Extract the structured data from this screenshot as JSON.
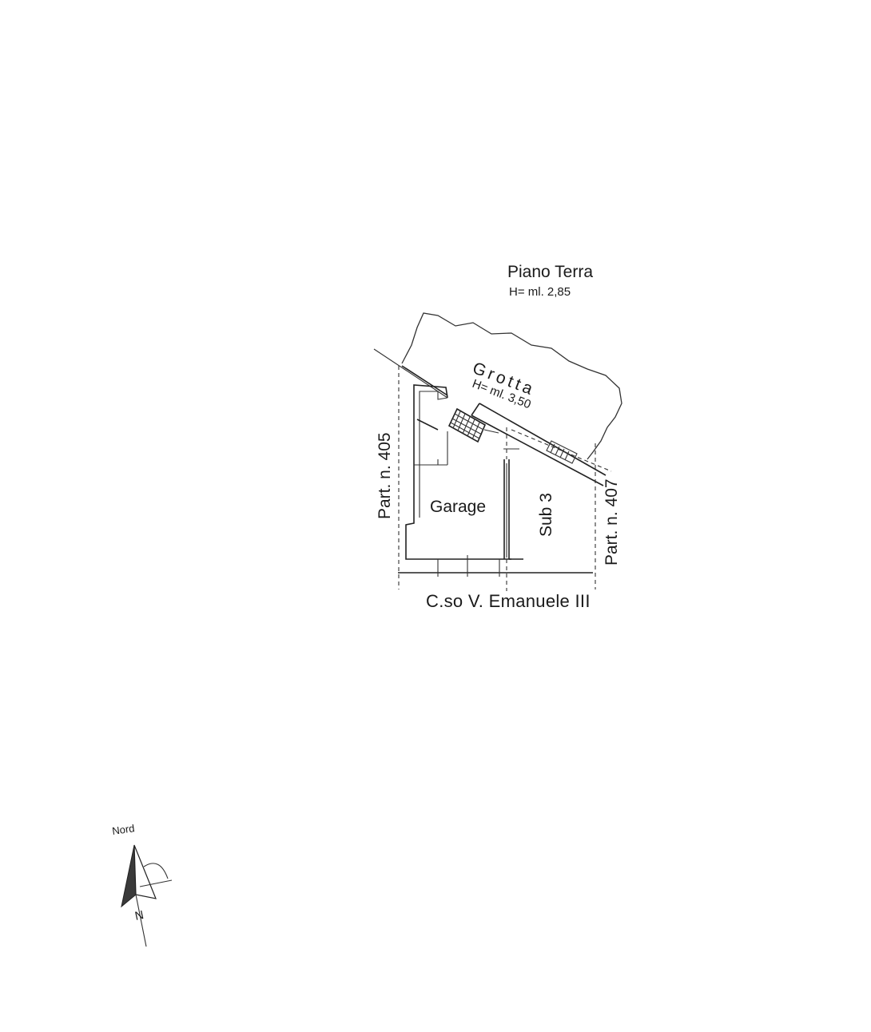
{
  "plan": {
    "floor_title": "Piano Terra",
    "floor_height": "H= ml. 2,85",
    "cave_label": "Grotta",
    "cave_height": "H= ml. 3,50",
    "rooms": {
      "garage": "Garage",
      "sub3": "Sub 3"
    },
    "parcels": {
      "left": "Part. n. 405",
      "right": "Part. n. 407"
    },
    "street": "C.so V. Emanuele III"
  },
  "compass": {
    "label": "Nord",
    "letter": "N",
    "icon": "north-arrow-icon"
  }
}
